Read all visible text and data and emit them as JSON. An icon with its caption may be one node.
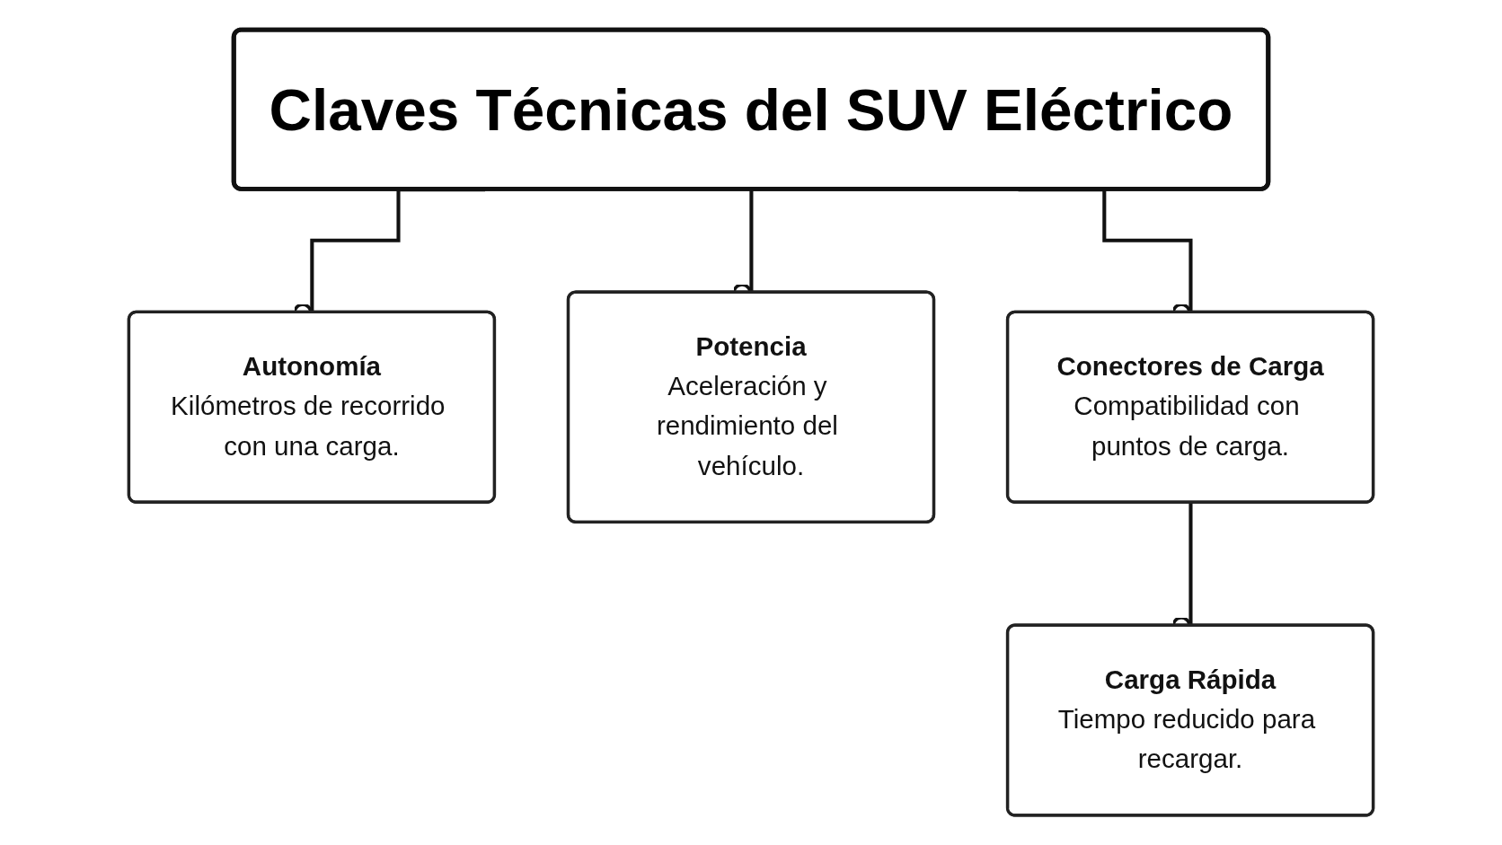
{
  "diagram": {
    "nodes": [
      {
        "text": [
          "Claves Técnicas del SUV Eléctrico"
        ]
      },
      {
        "text": [
          "Autonomía",
          "Kilómetros de recorrido con una carga."
        ]
      },
      {
        "text": [
          "Potencia",
          "Aceleración y rendimiento del vehículo."
        ]
      },
      {
        "text": [
          "Conectores de Carga",
          "Compatibilidad con puntos de carga."
        ]
      },
      {
        "text": [
          "Carga Rápida",
          "Tiempo reducido para recargar."
        ]
      }
    ],
    "edges": [
      {
        "from": 0,
        "to": 1,
        "arrow": "other"
      },
      {
        "from": 0,
        "to": 2,
        "arrow": "other"
      },
      {
        "from": 0,
        "to": 3,
        "arrow": "other"
      },
      {
        "from": 3,
        "to": 4,
        "arrow": "other"
      }
    ]
  }
}
